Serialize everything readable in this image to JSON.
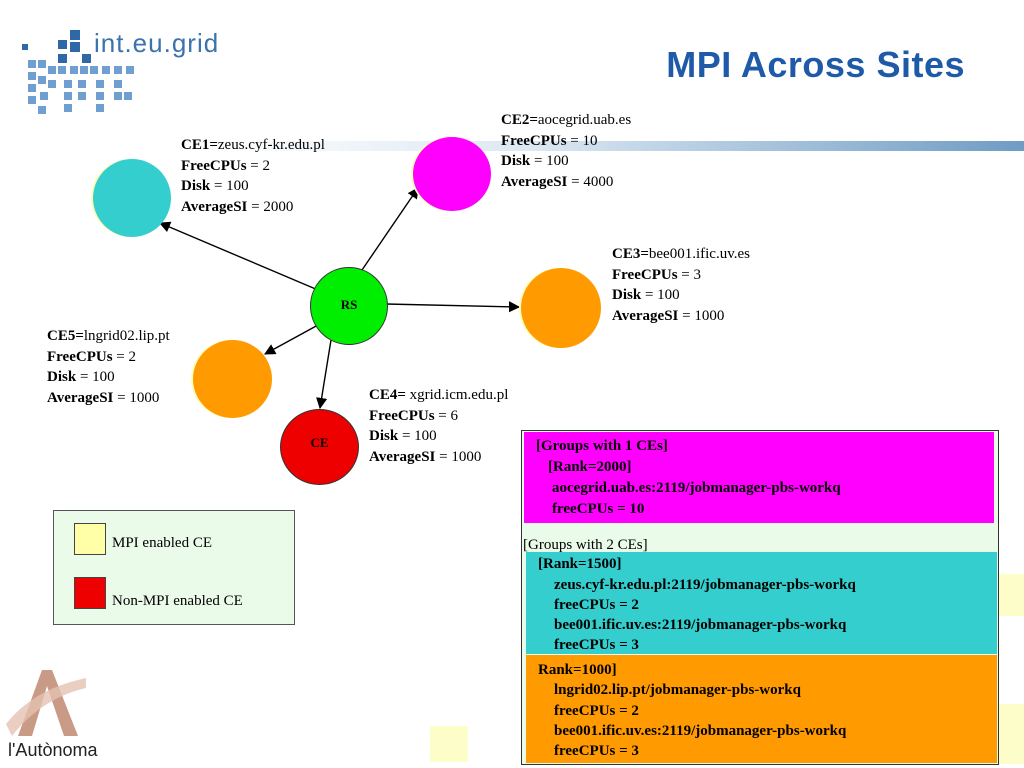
{
  "title": "MPI Across Sites",
  "logo": {
    "text": "int.eu.grid"
  },
  "footer_logo": {
    "text": "l'Autònoma"
  },
  "nodes": {
    "rs": {
      "label": "RS",
      "color": "#00ee00"
    },
    "ce": {
      "label": "CE",
      "color": "#ee0000"
    },
    "ce1": {
      "color": "#35cece"
    },
    "ce2": {
      "color": "#ff00ff"
    },
    "ce3": {
      "color": "#ff9a00"
    },
    "ce5": {
      "color": "#ff9a00"
    }
  },
  "ce_info": {
    "ce1": {
      "name_label": "CE1=",
      "name_value": "zeus.cyf-kr.edu.pl",
      "cpus_label": "FreeCPUs",
      "cpus_value": " = 2",
      "disk_label": "Disk",
      "disk_value": " = 100",
      "si_label": "AverageSI",
      "si_value": " = 2000"
    },
    "ce2": {
      "name_label": "CE2=",
      "name_value": "aocegrid.uab.es",
      "cpus_label": "FreeCPUs",
      "cpus_value": " = 10",
      "disk_label": "Disk",
      "disk_value": " = 100",
      "si_label": "AverageSI",
      "si_value": " = 4000"
    },
    "ce3": {
      "name_label": "CE3=",
      "name_value": "bee001.ific.uv.es",
      "cpus_label": "FreeCPUs",
      "cpus_value": " = 3",
      "disk_label": "Disk",
      "disk_value": " = 100",
      "si_label": "AverageSI",
      "si_value": " = 1000"
    },
    "ce4": {
      "name_label": "CE4=",
      "name_value": " xgrid.icm.edu.pl",
      "cpus_label": "FreeCPUs",
      "cpus_value": " = 6",
      "disk_label": "Disk",
      "disk_value": " = 100",
      "si_label": "AverageSI",
      "si_value": " = 1000"
    },
    "ce5": {
      "name_label": "CE5=",
      "name_value": "lngrid02.lip.pt",
      "cpus_label": "FreeCPUs",
      "cpus_value": " = 2",
      "disk_label": "Disk",
      "disk_value": " = 100",
      "si_label": "AverageSI",
      "si_value": " = 1000"
    }
  },
  "legend": {
    "mpi_label": "MPI enabled CE",
    "mpi_color": "#ffffa8",
    "non_mpi_label": "Non-MPI enabled CE",
    "non_mpi_color": "#ee0000"
  },
  "ranking": {
    "group1": {
      "color": "#ff00ff",
      "lines": [
        "[Groups with 1 CEs]",
        "[Rank=2000]",
        "aocegrid.uab.es:2119/jobmanager-pbs-workq",
        "freeCPUs = 10"
      ]
    },
    "group2_header": "[Groups with 2 CEs]",
    "group2a": {
      "color": "#35cece",
      "lines": [
        "[Rank=1500]",
        "zeus.cyf-kr.edu.pl:2119/jobmanager-pbs-workq",
        "freeCPUs = 2",
        "bee001.ific.uv.es:2119/jobmanager-pbs-workq",
        "freeCPUs = 3"
      ]
    },
    "group2b": {
      "color": "#ff9a00",
      "lines": [
        "Rank=1000]",
        "lngrid02.lip.pt/jobmanager-pbs-workq",
        "freeCPUs = 2",
        "bee001.ific.uv.es:2119/jobmanager-pbs-workq",
        "freeCPUs = 3"
      ]
    }
  }
}
